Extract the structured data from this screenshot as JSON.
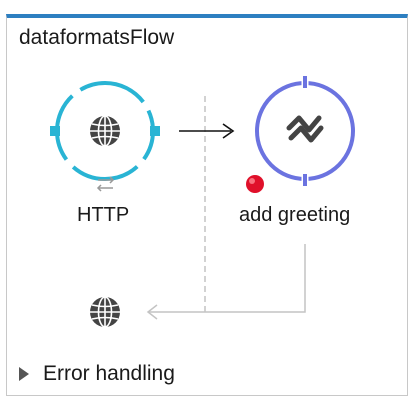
{
  "flow": {
    "title": "dataformatsFlow"
  },
  "nodes": {
    "http": {
      "label": "HTTP",
      "icon": "globe-icon",
      "ring_color": "#29b4d4",
      "sub_icon": "exchange-arrows-icon"
    },
    "transform": {
      "label": "add greeting",
      "icon": "dataweave-logo-icon",
      "ring_color": "#6b73e0",
      "breakpoint_color": "#e0102a"
    },
    "response": {
      "icon": "globe-icon"
    }
  },
  "error_handling": {
    "label": "Error handling",
    "icon": "disclosure-triangle-right-icon"
  },
  "colors": {
    "header_accent": "#2d7fc1",
    "connector": "#c4c4c4",
    "arrow": "#111111"
  }
}
